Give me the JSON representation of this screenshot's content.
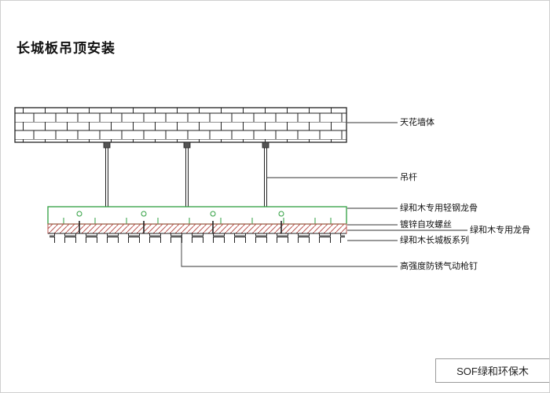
{
  "title": "长城板吊顶安装",
  "labels": {
    "ceiling": "天花墙体",
    "rod": "吊杆",
    "keel_light_steel": "绿和木专用轻钢龙骨",
    "screw": "镀锌自攻螺丝",
    "keel_special": "绿和木专用龙骨",
    "panel_series": "绿和木长城板系列",
    "nail": "高强度防锈气动枪钉"
  },
  "footer": {
    "brand": "SOF绿和环保木"
  },
  "colors": {
    "line": "#222222",
    "keel_green": "#2e9e3f",
    "hatch_red": "#b85450",
    "border_gray": "#9a9a9a"
  }
}
